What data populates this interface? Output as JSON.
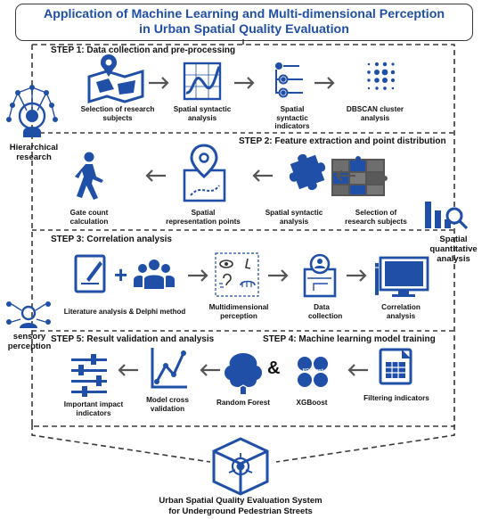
{
  "title": {
    "line1": "Application of Machine Learning and Multi-dimensional Perception",
    "line2": "in Urban Spatial Quality Evaluation"
  },
  "steps": {
    "step1": "STEP 1:  Data collection and pre-processing",
    "step2": "STEP 2:  Feature extraction and point distribution",
    "step3": "STEP 3:  Correlation analysis",
    "step4": "STEP 4:  Machine learning model training",
    "step5": "STEP 5:  Result validation and analysis"
  },
  "step1_items": [
    {
      "label": "Selection of research subjects",
      "icon": "map-icon"
    },
    {
      "label": "Spatial syntactic analysis",
      "icon": "line-chart-icon"
    },
    {
      "label": "Spatial syntactic indicators",
      "icon": "indicator-list-icon"
    },
    {
      "label": "DBSCAN cluster analysis",
      "icon": "dot-cluster-icon"
    }
  ],
  "step2_items": [
    {
      "label": "Selection of research subjects",
      "icon": "puzzle-board-icon"
    },
    {
      "label": "Spatial syntactic analysis",
      "icon": "puzzle-piece-icon"
    },
    {
      "label": "Spatial representation points",
      "icon": "location-path-icon"
    },
    {
      "label": "Gate count calculation",
      "icon": "walking-person-icon"
    }
  ],
  "step3_items": [
    {
      "label": "Literature analysis & Delphi method",
      "icon": "document-team-icon"
    },
    {
      "label": "Multidimensional perception",
      "icon": "senses-icon"
    },
    {
      "label": "Data collection",
      "icon": "data-collection-icon"
    },
    {
      "label": "Correlation analysis",
      "icon": "computer-icon"
    }
  ],
  "step4_items": [
    {
      "label": "Filtering indicators",
      "icon": "spreadsheet-icon"
    },
    {
      "label": "XGBoost",
      "icon": "xgboost-icon"
    },
    {
      "label": "Random Forest",
      "icon": "tree-icon"
    }
  ],
  "step5_items": [
    {
      "label": "Model cross validation",
      "icon": "validation-chart-icon"
    },
    {
      "label": "Important impact indicators",
      "icon": "sliders-icon"
    }
  ],
  "xgboost_logo": "XGBoost",
  "ampersand": "&",
  "plus": "+",
  "side_labels": {
    "hierarchical": "Hierarchical research",
    "sensory": "sensory perception",
    "quantitative": "Spatial quantitative analysis"
  },
  "bottom": {
    "line1": "Urban Spatial Quality Evaluation System",
    "line2": "for Underground Pedestrian Streets"
  },
  "colors": {
    "primary": "#1f4fa6",
    "dark": "#3a3a3a",
    "arrow": "#555555"
  }
}
